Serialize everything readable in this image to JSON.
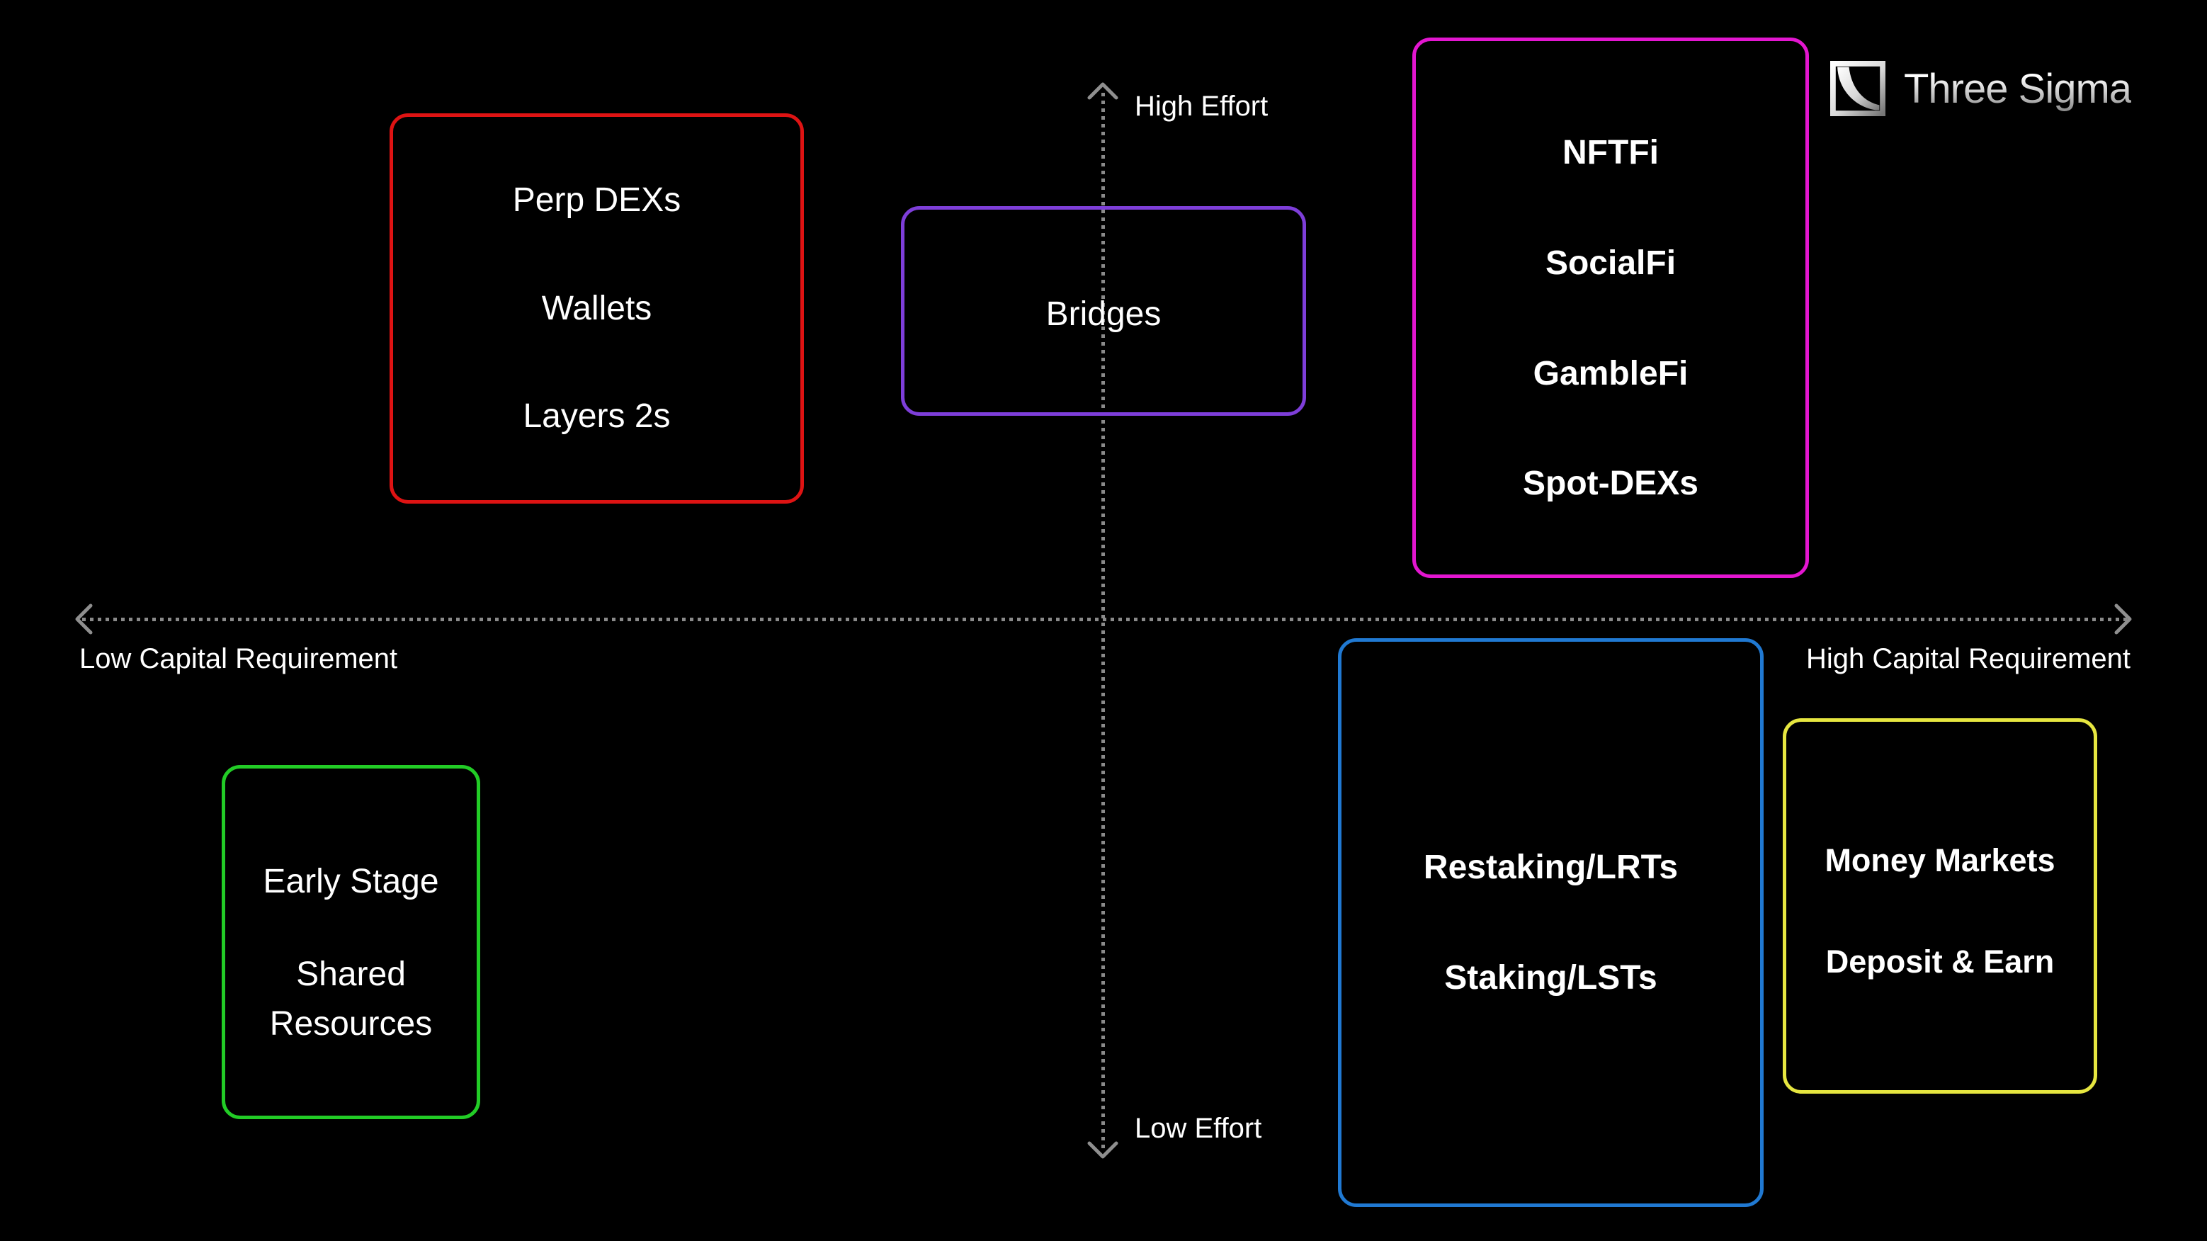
{
  "page": {
    "background_color": "#000000",
    "axis_line_color": "#8a8a8a",
    "text_color": "#ffffff"
  },
  "brand": {
    "name": "Three Sigma",
    "icon": "three-sigma-decay-curve-icon"
  },
  "axes": {
    "vertical": {
      "top_label": "High Effort",
      "bottom_label": "Low Effort"
    },
    "horizontal": {
      "left_label": "Low Capital Requirement",
      "right_label": "High Capital Requirement"
    }
  },
  "quadrant_boxes": [
    {
      "position": "top-left",
      "border_color": "#de1313",
      "items": [
        "Perp DEXs",
        "Wallets",
        "Layers 2s"
      ]
    },
    {
      "position": "top-center",
      "border_color": "#7e3ed9",
      "items": [
        "Bridges"
      ]
    },
    {
      "position": "top-right",
      "border_color": "#e316d0",
      "items": [
        "NFTFi",
        "SocialFi",
        "GambleFi",
        "Spot-DEXs"
      ]
    },
    {
      "position": "bottom-left",
      "border_color": "#22cc26",
      "items": [
        "Early Stage",
        "Shared Resources"
      ]
    },
    {
      "position": "bottom-right",
      "border_color": "#2079d2",
      "items": [
        "Restaking/LRTs",
        "Staking/LSTs"
      ]
    },
    {
      "position": "bottom-far-right",
      "border_color": "#e6e640",
      "items": [
        "Money Markets",
        "Deposit & Earn"
      ]
    }
  ]
}
